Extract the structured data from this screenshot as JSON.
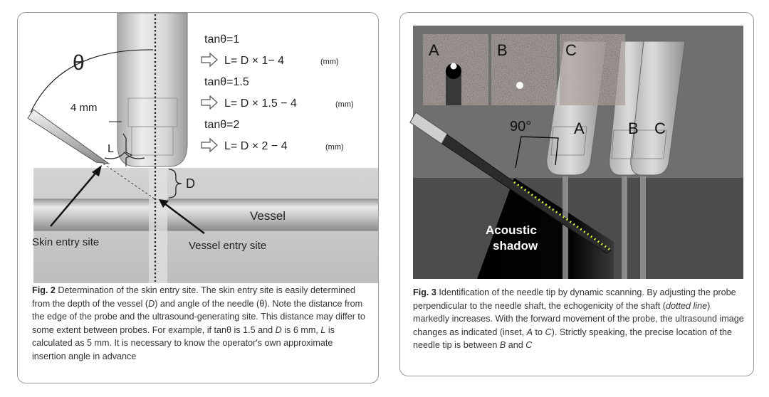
{
  "fig2": {
    "theta_label": "θ",
    "formulas": [
      {
        "cond": "tanθ=1",
        "eq": "L= D × 1− 4",
        "unit": "(mm)"
      },
      {
        "cond": "tanθ=1.5",
        "eq": "L= D × 1.5 − 4",
        "unit": "(mm)"
      },
      {
        "cond": "tanθ=2",
        "eq": "L= D × 2 − 4",
        "unit": "(mm)"
      }
    ],
    "label_4mm": "4 mm",
    "label_L": "L",
    "label_D": "D",
    "label_vessel": "Vessel",
    "label_skin_entry": "Skin entry site",
    "label_vessel_entry": "Vessel entry site",
    "caption": {
      "fig": "Fig. 2",
      "p1": " Determination of the skin entry site. The skin entry site is easily determined from the depth of the vessel (",
      "D1": "D",
      "p2": ") and angle of the needle (θ). Note the distance from the edge of the probe and the ultrasound-generating site. This distance may differ to some extent between probes. For example, if tanθ is 1.5 and ",
      "D2": "D",
      "p3": " is 6 mm, ",
      "L1": "L",
      "p4": " is calculated as 5 mm. It is necessary to know the operator's own approximate insertion angle in advance"
    }
  },
  "fig3": {
    "inset_labels": [
      "A",
      "B",
      "C"
    ],
    "probe_labels": [
      "A",
      "B",
      "C"
    ],
    "angle_label": "90°",
    "shadow_line1": "Acoustic",
    "shadow_line2": "shadow",
    "caption": {
      "fig": "Fig. 3",
      "p1": " Identification of the needle tip by dynamic scanning. By adjusting the probe perpendicular to the needle shaft, the echogenicity of the shaft (",
      "dotted": "dotted line",
      "p2": ") markedly increases. With the forward movement of the probe, the ultrasound image changes as indicated (inset, ",
      "A": "A",
      "p3": " to ",
      "C": "C",
      "p4": "). Strictly speaking, the precise location of the needle tip is between ",
      "B": "B",
      "p5": " and ",
      "C2": "C"
    }
  }
}
